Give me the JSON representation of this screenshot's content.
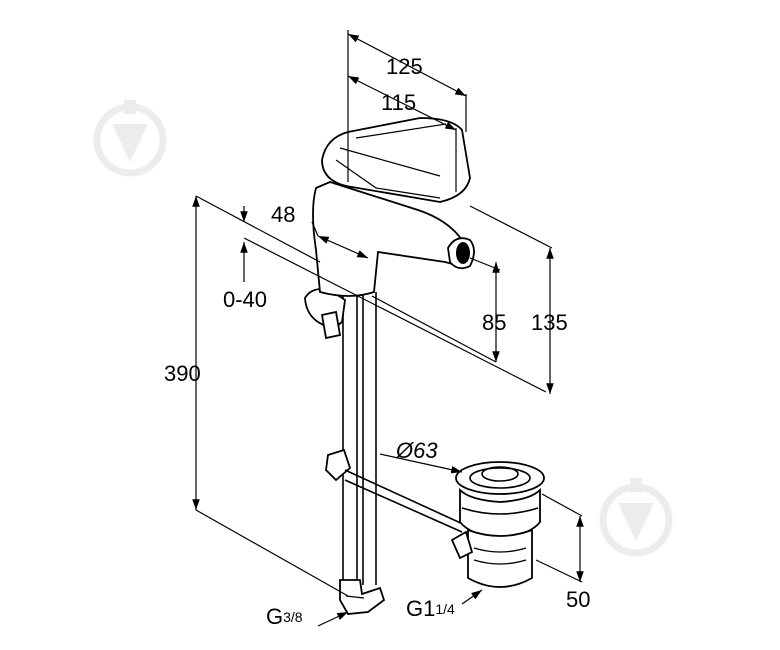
{
  "dimensions": {
    "width_overall": "125",
    "width_spout": "115",
    "spout_offset": "48",
    "lift_range": "0-40",
    "total_height": "390",
    "outlet_height": "85",
    "spout_height": "135",
    "waste_diameter": "Ø63",
    "waste_height": "50",
    "supply_thread": "G",
    "supply_thread_size": "3/8",
    "waste_thread": "G1",
    "waste_thread_size": "1/4"
  }
}
